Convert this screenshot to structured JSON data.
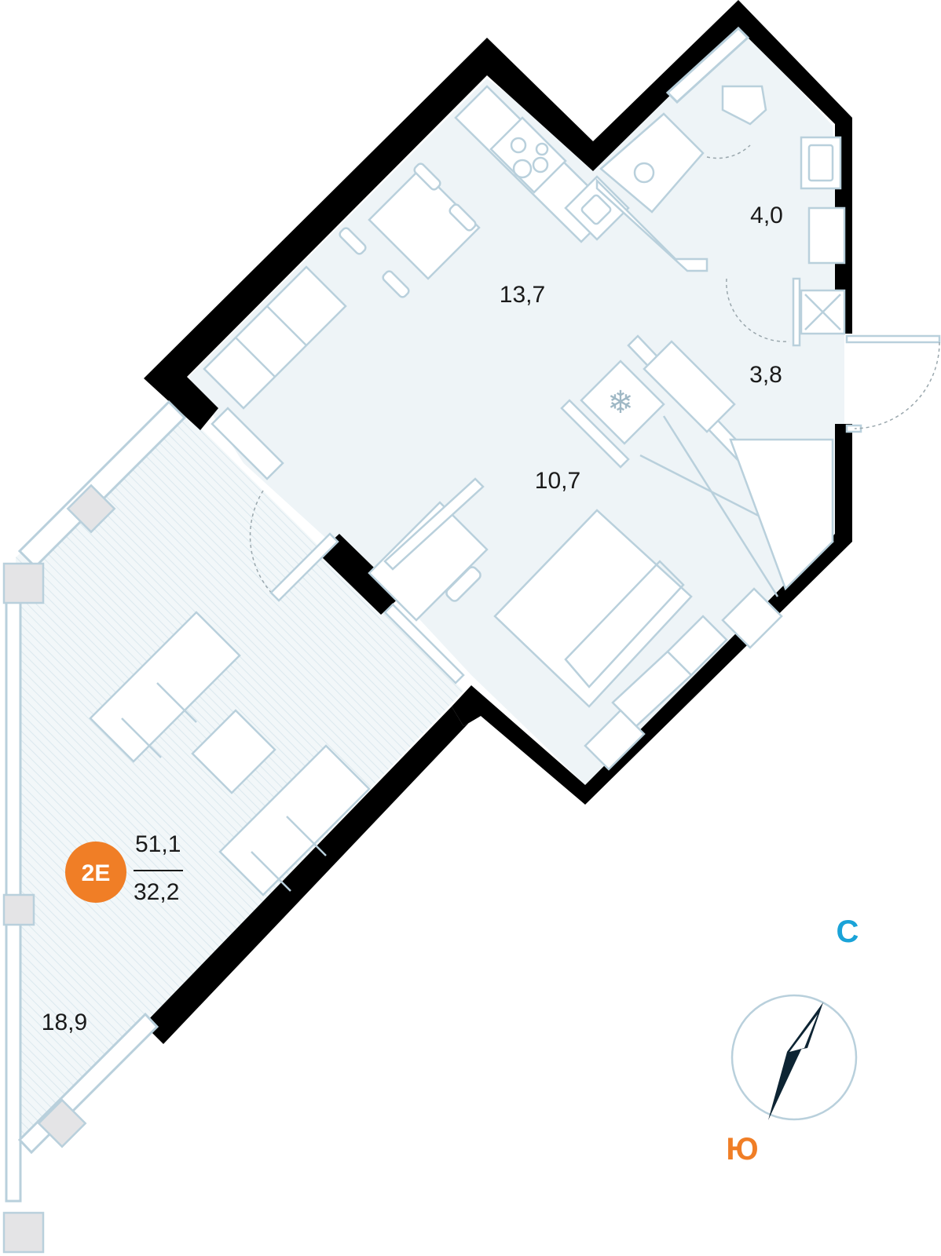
{
  "rooms": {
    "kitchen_area": "13,7",
    "bathroom_area": "4,0",
    "hallway_area": "3,8",
    "bedroom_area": "10,7",
    "balcony_area": "18,9"
  },
  "apartment": {
    "type_badge": "2E",
    "total_area": "51,1",
    "living_area": "32,2",
    "badge_color": "#F07E26"
  },
  "compass": {
    "north_label": "С",
    "south_label": "Ю",
    "north_color": "#1AA3D8",
    "south_color": "#F07E26",
    "needle_color": "#0D2433"
  },
  "colors": {
    "floor": "#EEF4F7",
    "wall": "#000000",
    "furniture_stroke": "#B9D0DC"
  }
}
